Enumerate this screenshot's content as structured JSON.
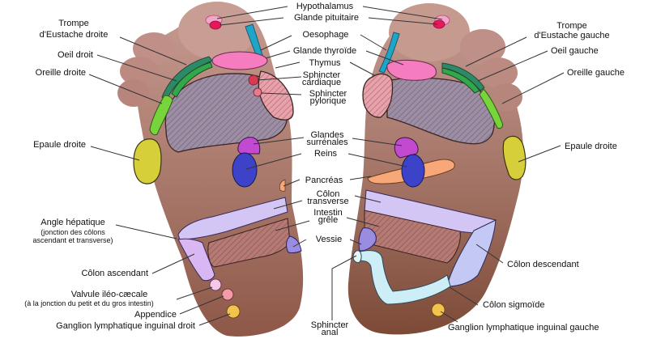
{
  "title": "Réflexologie plantaire",
  "colors": {
    "skin": "#b98c80",
    "skin_dark": "#8a5a48",
    "heel_right": "#955d4c",
    "hypothalamus": "#f4a6c8",
    "pituitaire": "#e8175a",
    "oesophage": "#1ea6c8",
    "thyroide": "#f57cbe",
    "sphincter_cardiaque": "#d83a52",
    "sphincter_pylorique": "#e77b8c",
    "trompe": "#2e8a66",
    "oeil": "#33a84a",
    "oreille": "#77d43a",
    "epaule": "#d7cf3a",
    "poumon_hatch": "#8d7f96",
    "estomac_hatch": "#d98a95",
    "surrenales": "#c14ad0",
    "reins": "#3c43c8",
    "pancreas": "#f8a878",
    "colon_transverse": "#d3c6f5",
    "intestin_grele": "#b0736d",
    "vessie": "#9a8ce0",
    "colon_ascendant": "#d9b7f2",
    "valvule": "#f3c8e8",
    "appendice": "#f29aa8",
    "ganglion": "#f2c44e",
    "colon_descendant": "#c4c8f5",
    "colon_sigmoide": "#cdeef6",
    "sphincter_anal": "#e5f6f8"
  },
  "labels": {
    "hypothalamus": "Hypothalamus",
    "glande_pituitaire": "Glande pituitaire",
    "oesophage": "Oesophage",
    "glande_thyroide": "Glande thyroïde",
    "thymus": "Thymus",
    "sphincter_cardiaque_1": "Sphincter",
    "sphincter_cardiaque_2": "cardiaque",
    "sphincter_pylorique_1": "Sphincter",
    "sphincter_pylorique_2": "pylorique",
    "glandes_surrenales_1": "Glandes",
    "glandes_surrenales_2": "surrénales",
    "reins": "Reins",
    "pancreas": "Pancréas",
    "colon_transverse_1": "Côlon",
    "colon_transverse_2": "transverse",
    "intestin_grele_1": "Intestin",
    "intestin_grele_2": "grêle",
    "vessie": "Vessie",
    "sphincter_anal_1": "Sphincter",
    "sphincter_anal_2": "anal",
    "trompe_droite_1": "Trompe",
    "trompe_droite_2": "d'Eustache droite",
    "oeil_droit": "Oeil droit",
    "oreille_droite": "Oreille droite",
    "epaule_droite_left": "Epaule droite",
    "angle_hepatique": "Angle hépatique",
    "angle_hepatique_sub1": "(jonction des côlons",
    "angle_hepatique_sub2": "ascendant et transverse)",
    "colon_ascendant": "Côlon ascendant",
    "valvule": "Valvule iléo-cæcale",
    "valvule_sub": "(à la jonction du petit et du gros intestin)",
    "appendice": "Appendice",
    "ganglion_droit": "Ganglion lymphatique inguinal droit",
    "trompe_gauche_1": "Trompe",
    "trompe_gauche_2": "d'Eustache gauche",
    "oeil_gauche": "Oeil gauche",
    "oreille_gauche": "Oreille gauche",
    "epaule_droite_right": "Epaule droite",
    "colon_descendant": "Côlon descendant",
    "colon_sigmoide": "Côlon sigmoïde",
    "ganglion_gauche": "Ganglion lymphatique inguinal gauche"
  }
}
